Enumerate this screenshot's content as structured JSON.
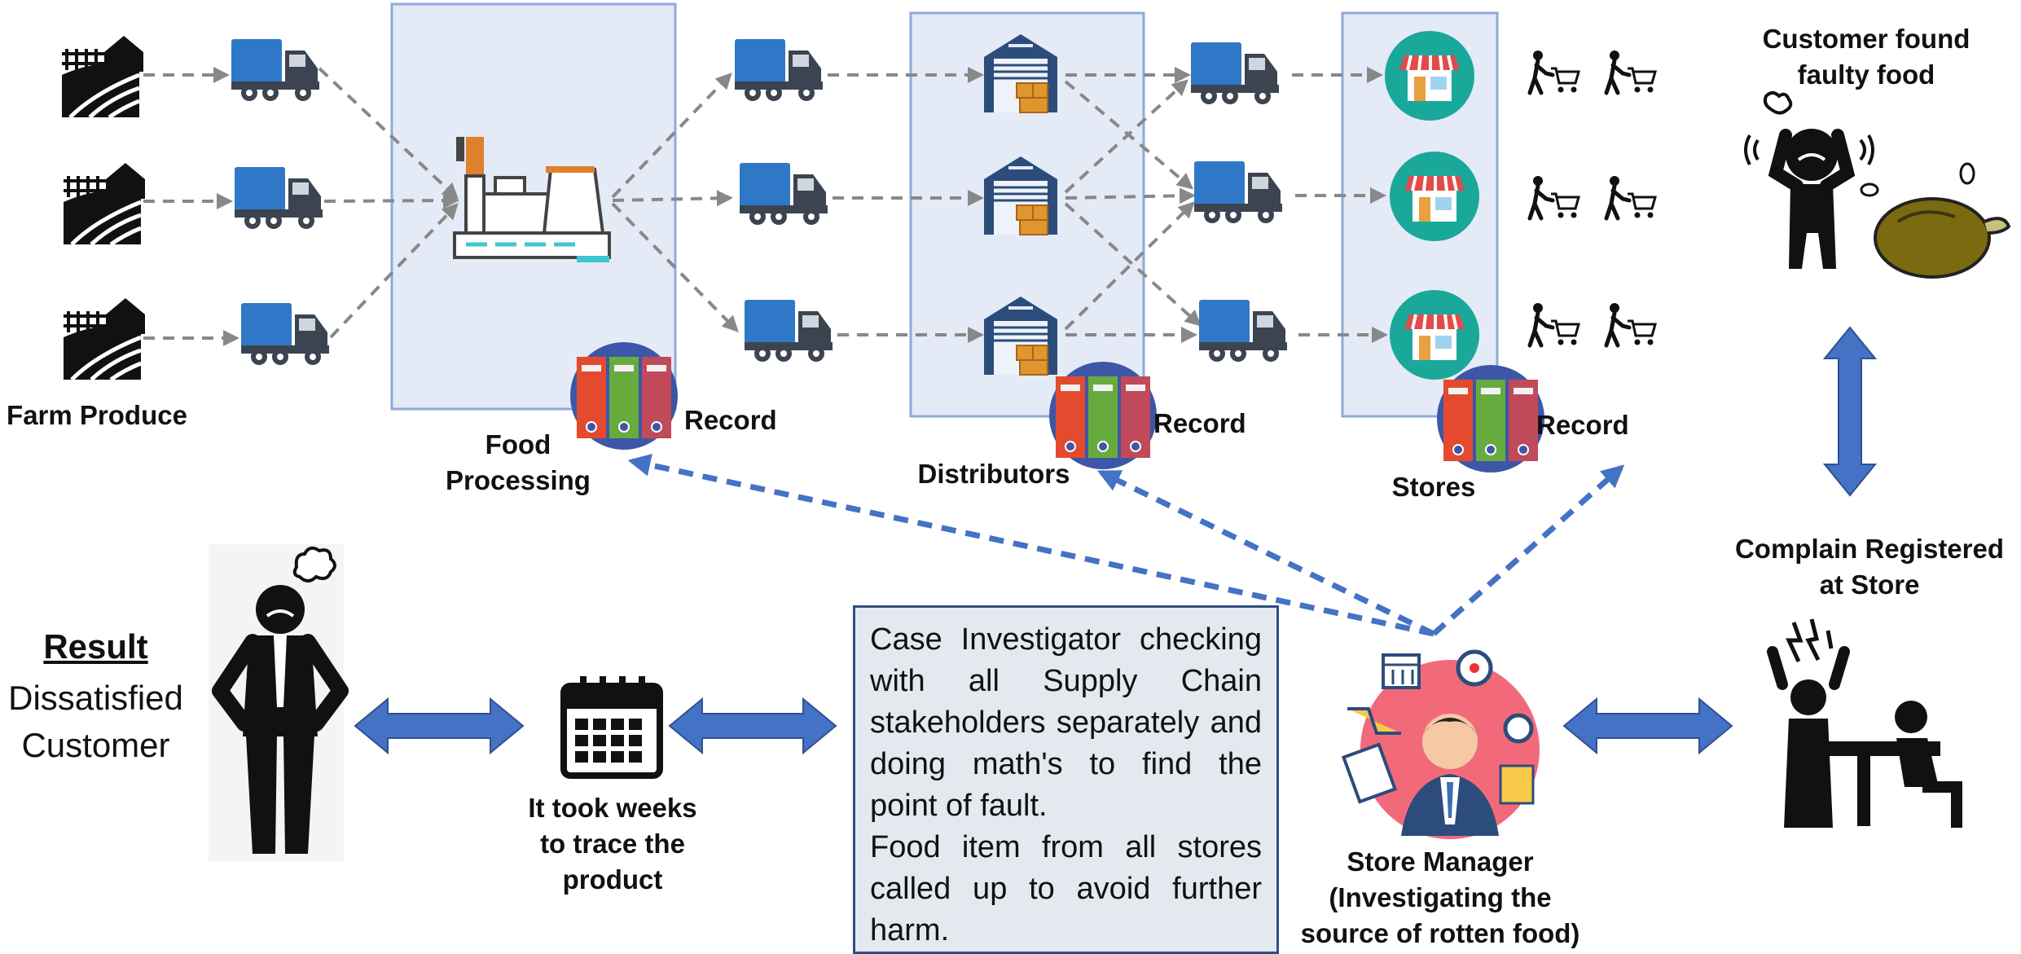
{
  "labels": {
    "farm_produce": "Farm Produce",
    "food_processing": "Food\nProcessing",
    "distributors": "Distributors",
    "stores": "Stores",
    "record_1": "Record",
    "record_2": "Record",
    "record_3": "Record",
    "customer_found": "Customer found\nfaulty food",
    "complain_registered": "Complain Registered\nat Store",
    "store_manager": "Store Manager\n(Investigating the\nsource of rotten food)",
    "weeks": "It took weeks\nto trace the\nproduct",
    "result_title": "Result",
    "result_sub": "Dissatisfied\nCustomer"
  },
  "case_box": {
    "line1": "Case Investigator checking",
    "line2": "with all Supply Chain",
    "line3": "stakeholders separately and",
    "line4": "doing math's to find the",
    "line5": "point of fault.",
    "line6": "Food item from all stores",
    "line7": "called up to avoid further",
    "line8": "harm."
  },
  "colors": {
    "stage_box_fill": "#e4eaf6",
    "stage_box_border": "#8eaadb",
    "truck_blue": "#2f78c8",
    "blue_arrow": "#4472c4",
    "dashed_gray": "#888888",
    "store_teal": "#1aa89a"
  }
}
